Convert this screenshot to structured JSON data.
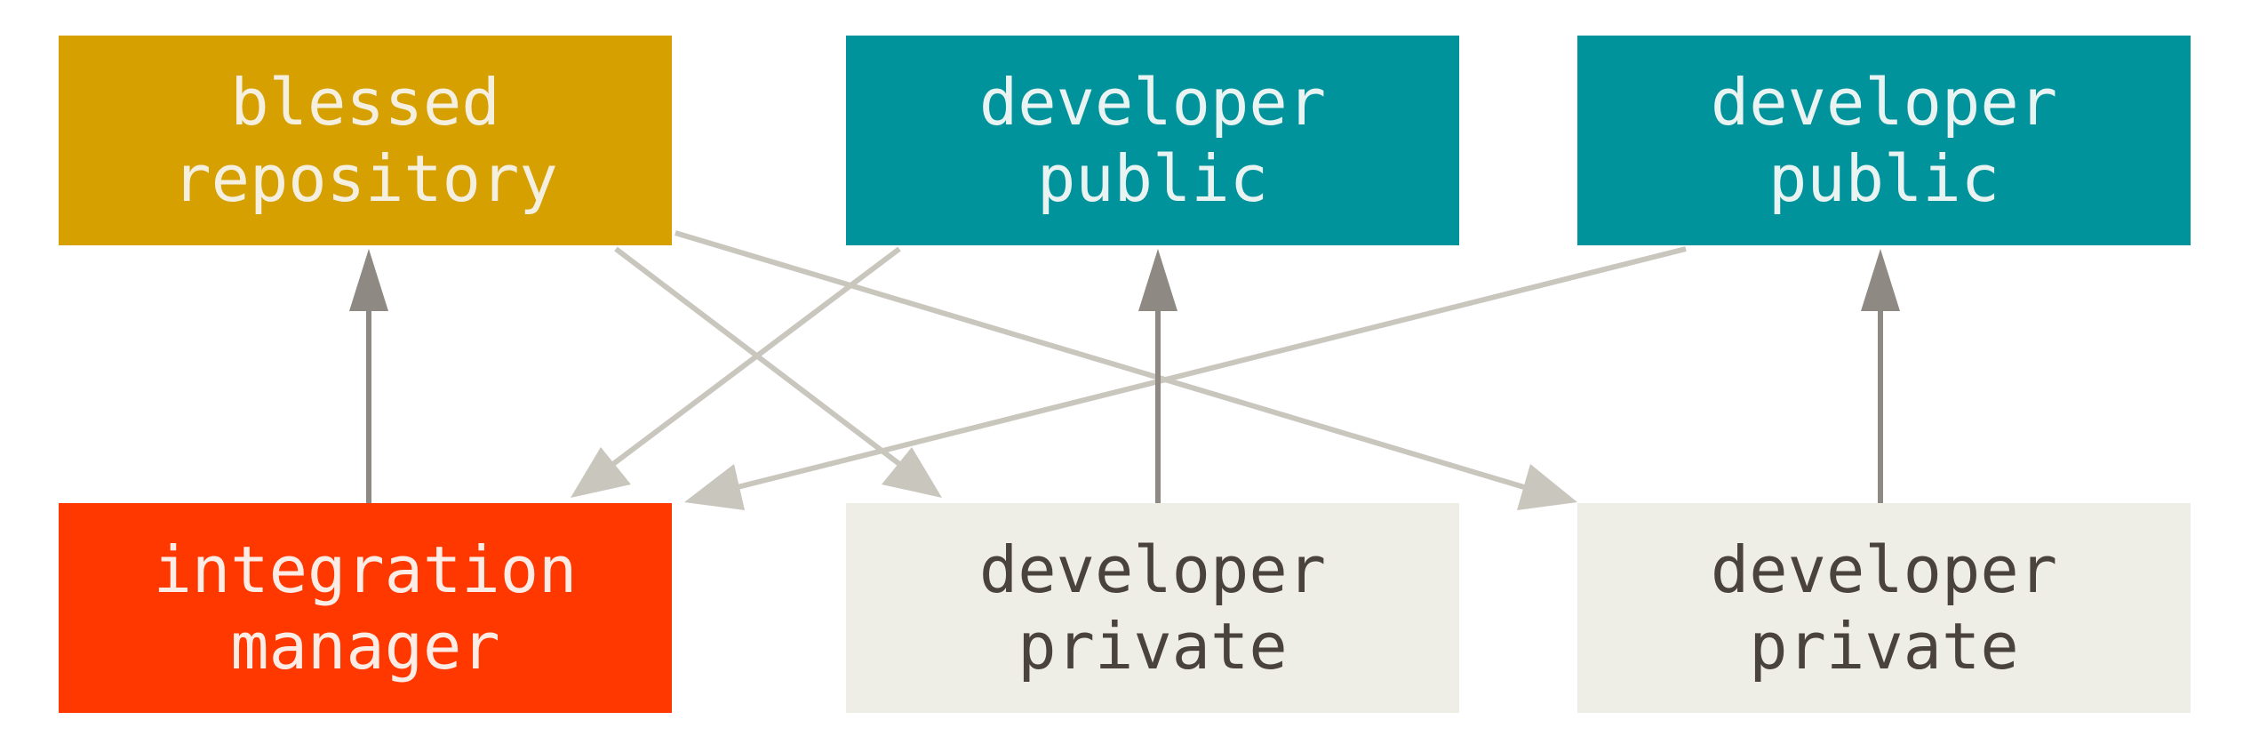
{
  "nodes": {
    "blessed": {
      "line1": "blessed",
      "line2": "repository",
      "fill": "#D6A000",
      "text_color": "#F5EFE0"
    },
    "dev_public_1": {
      "line1": "developer",
      "line2": "public",
      "fill": "#00939C",
      "text_color": "#E8F3F2"
    },
    "dev_public_2": {
      "line1": "developer",
      "line2": "public",
      "fill": "#00939C",
      "text_color": "#E8F3F2"
    },
    "integration": {
      "line1": "integration",
      "line2": "manager",
      "fill": "#FF3800",
      "text_color": "#FBEDE6"
    },
    "dev_private_1": {
      "line1": "developer",
      "line2": "private",
      "fill": "#EEEDE6",
      "text_color": "#4A423C"
    },
    "dev_private_2": {
      "line1": "developer",
      "line2": "private",
      "fill": "#EEEDE6",
      "text_color": "#4A423C"
    }
  },
  "colors": {
    "push_arrow": "#8E8982",
    "pull_arrow": "#C9C6BE"
  }
}
